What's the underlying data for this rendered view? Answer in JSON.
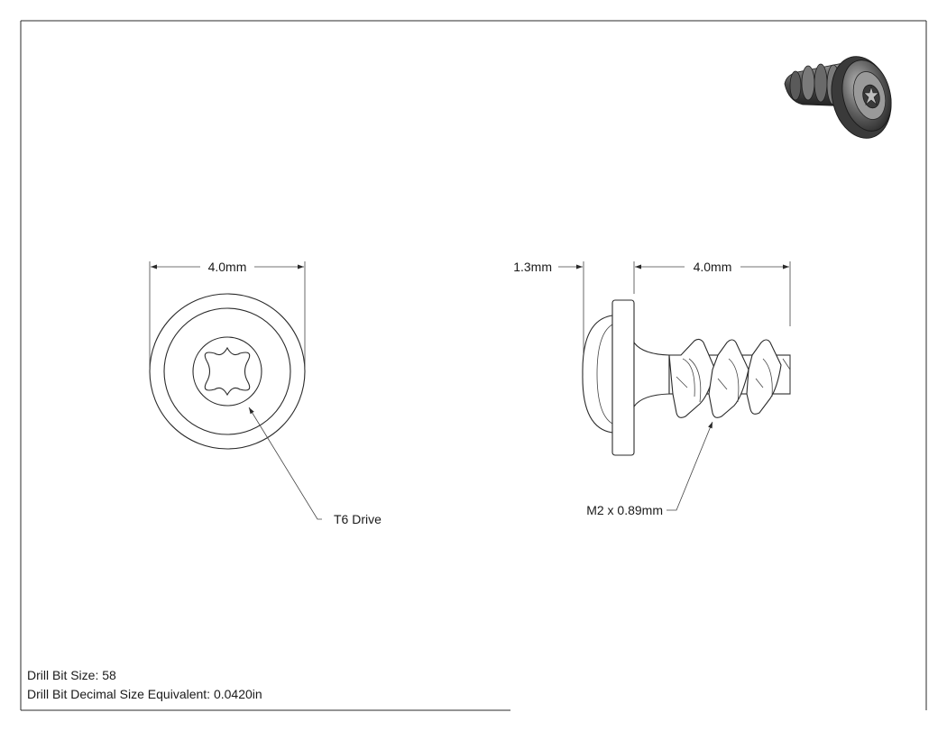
{
  "drawing": {
    "front_view": {
      "head_diameter_label": "4.0mm",
      "drive_callout": "T6 Drive"
    },
    "side_view": {
      "head_height_label": "1.3mm",
      "length_label": "4.0mm",
      "thread_callout": "M2 x 0.89mm"
    },
    "notes": {
      "drill_bit_size": "Drill Bit Size: 58",
      "drill_bit_decimal": "Drill Bit Decimal Size Equivalent: 0.0420in"
    }
  }
}
